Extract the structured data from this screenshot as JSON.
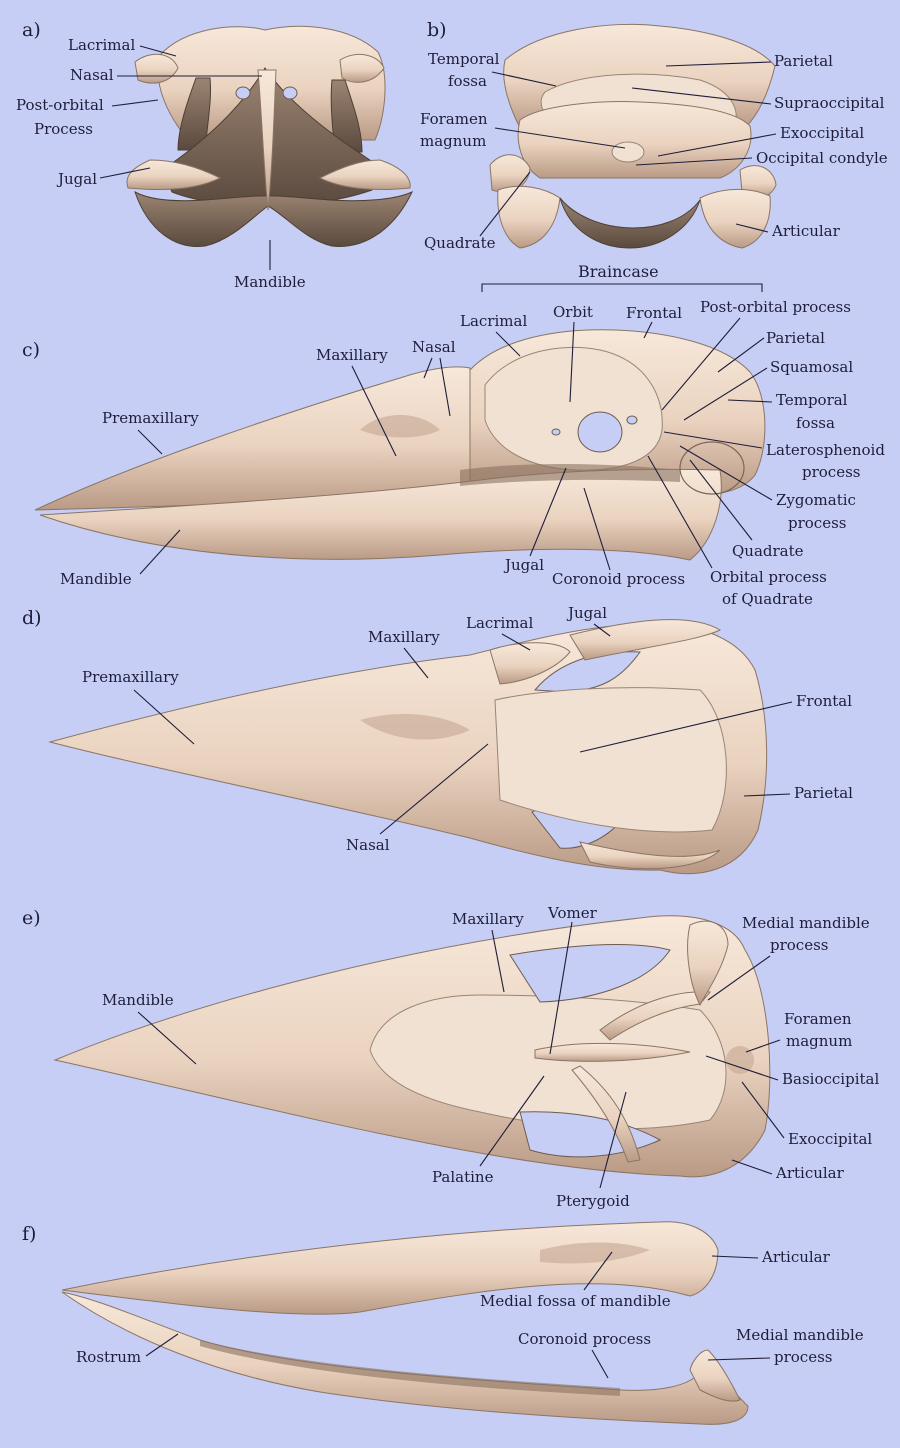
{
  "figure": {
    "background": "#c6cef5",
    "bone_color": "#eed8c6",
    "panels": {
      "a": {
        "label": "a)",
        "labels": {
          "lacrimal": "Lacrimal",
          "nasal": "Nasal",
          "postorbital_1": "Post-orbital",
          "postorbital_2": "Process",
          "jugal": "Jugal",
          "mandible": "Mandible"
        }
      },
      "b": {
        "label": "b)",
        "labels": {
          "temporal_fossa_1": "Temporal",
          "temporal_fossa_2": "fossa",
          "foramen_1": "Foramen",
          "foramen_2": "magnum",
          "quadrate": "Quadrate",
          "parietal": "Parietal",
          "supraoccipital": "Supraoccipital",
          "exoccipital": "Exoccipital",
          "occipital_condyle": "Occipital condyle",
          "articular": "Articular"
        }
      },
      "c": {
        "label": "c)",
        "labels": {
          "braincase": "Braincase",
          "lacrimal": "Lacrimal",
          "orbit": "Orbit",
          "frontal": "Frontal",
          "postorbital": "Post-orbital process",
          "parietal": "Parietal",
          "squamosal": "Squamosal",
          "temporal_fossa_1": "Temporal",
          "temporal_fossa_2": "fossa",
          "laterosphenoid_1": "Laterosphenoid",
          "laterosphenoid_2": "process",
          "zygomatic_1": "Zygomatic",
          "zygomatic_2": "process",
          "quadrate": "Quadrate",
          "orbital_process_1": "Orbital process",
          "orbital_process_2": "of Quadrate",
          "coronoid": "Coronoid process",
          "jugal": "Jugal",
          "mandible": "Mandible",
          "premaxillary": "Premaxillary",
          "maxillary": "Maxillary",
          "nasal": "Nasal"
        }
      },
      "d": {
        "label": "d)",
        "labels": {
          "premaxillary": "Premaxillary",
          "maxillary": "Maxillary",
          "lacrimal": "Lacrimal",
          "jugal": "Jugal",
          "frontal": "Frontal",
          "parietal": "Parietal",
          "nasal": "Nasal"
        }
      },
      "e": {
        "label": "e)",
        "labels": {
          "maxillary": "Maxillary",
          "vomer": "Vomer",
          "medial_mandible_1": "Medial mandible",
          "medial_mandible_2": "process",
          "mandible": "Mandible",
          "foramen_1": "Foramen",
          "foramen_2": "magnum",
          "basioccipital": "Basioccipital",
          "exoccipital": "Exoccipital",
          "articular": "Articular",
          "palatine": "Palatine",
          "pterygoid": "Pterygoid"
        }
      },
      "f": {
        "label": "f)",
        "labels": {
          "articular": "Articular",
          "medial_fossa": "Medial fossa of mandible",
          "coronoid": "Coronoid process",
          "medial_mandible_1": "Medial mandible",
          "medial_mandible_2": "process",
          "rostrum": "Rostrum"
        }
      }
    }
  }
}
